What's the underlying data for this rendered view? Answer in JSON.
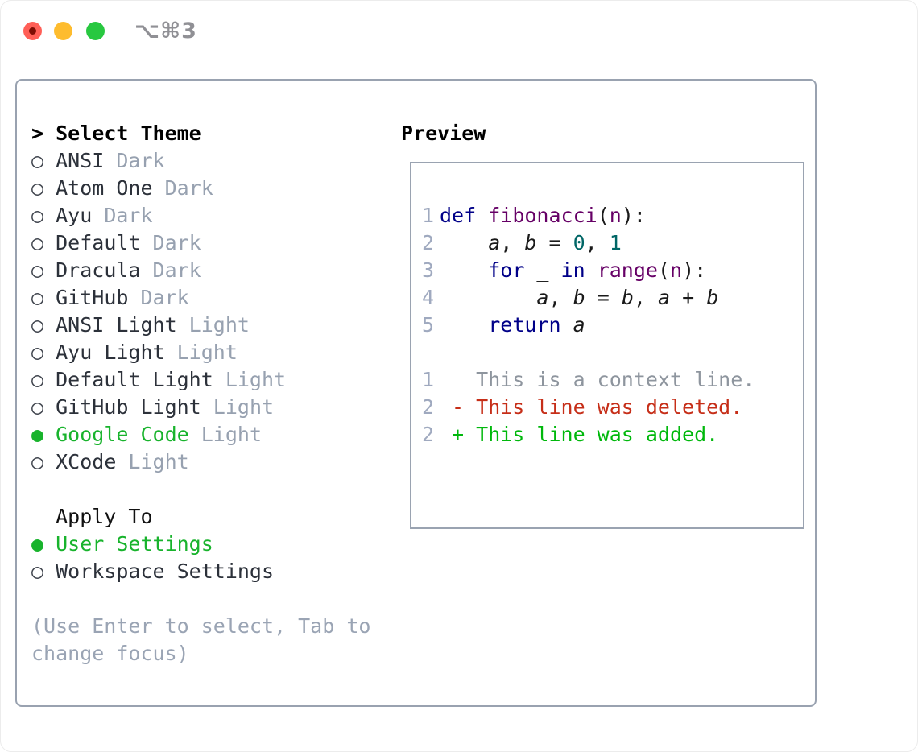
{
  "window": {
    "title": "⌥⌘3"
  },
  "colors": {
    "selection_green": "#18b32c",
    "diff_added_green": "#00b80c",
    "diff_deleted_red": "#c62e18",
    "syntax_keyword_blue": "#000088",
    "syntax_title_purple": "#660066",
    "syntax_number_teal": "#006666",
    "muted_gray": "#97a1b0",
    "line_number_gray": "#9fa9bf",
    "border_gray": "#99a2b0"
  },
  "theme_list": {
    "header_prefix": "> ",
    "header_label": "Select Theme",
    "radio_unselected": "○ ",
    "radio_selected": "● ",
    "items": [
      {
        "name": "ANSI",
        "variant": "Dark",
        "selected": false
      },
      {
        "name": "Atom One",
        "variant": "Dark",
        "selected": false
      },
      {
        "name": "Ayu",
        "variant": "Dark",
        "selected": false
      },
      {
        "name": "Default",
        "variant": "Dark",
        "selected": false
      },
      {
        "name": "Dracula",
        "variant": "Dark",
        "selected": false
      },
      {
        "name": "GitHub",
        "variant": "Dark",
        "selected": false
      },
      {
        "name": "ANSI Light",
        "variant": "Light",
        "selected": false
      },
      {
        "name": "Ayu Light",
        "variant": "Light",
        "selected": false
      },
      {
        "name": "Default Light",
        "variant": "Light",
        "selected": false
      },
      {
        "name": "GitHub Light",
        "variant": "Light",
        "selected": false
      },
      {
        "name": "Google Code",
        "variant": "Light",
        "selected": true
      },
      {
        "name": "XCode",
        "variant": "Light",
        "selected": false
      }
    ]
  },
  "apply_to": {
    "label": "Apply To",
    "options": [
      {
        "name": "User Settings",
        "selected": true
      },
      {
        "name": "Workspace Settings",
        "selected": false
      }
    ]
  },
  "help_lines": [
    "(Use Enter to select, Tab to",
    "change focus)"
  ],
  "preview": {
    "label": "Preview",
    "lines": [
      {
        "no": "1",
        "tokens": [
          [
            "def ",
            "kw"
          ],
          [
            "fibonacci",
            "fn"
          ],
          [
            "(",
            "pl"
          ],
          [
            "n",
            "fn"
          ],
          [
            "):",
            "pl"
          ]
        ]
      },
      {
        "no": "2",
        "tokens": [
          [
            "    ",
            "pl"
          ],
          [
            "a",
            "var"
          ],
          [
            ", ",
            "pl"
          ],
          [
            "b",
            "var"
          ],
          [
            " = ",
            "pl"
          ],
          [
            "0",
            "num"
          ],
          [
            ", ",
            "pl"
          ],
          [
            "1",
            "num"
          ]
        ]
      },
      {
        "no": "3",
        "tokens": [
          [
            "    ",
            "pl"
          ],
          [
            "for",
            "kw"
          ],
          [
            " _ ",
            "pl"
          ],
          [
            "in",
            "kw"
          ],
          [
            " ",
            "pl"
          ],
          [
            "range",
            "fn"
          ],
          [
            "(",
            "pl"
          ],
          [
            "n",
            "fn"
          ],
          [
            "):",
            "pl"
          ]
        ]
      },
      {
        "no": "4",
        "tokens": [
          [
            "        ",
            "pl"
          ],
          [
            "a",
            "var"
          ],
          [
            ", ",
            "pl"
          ],
          [
            "b",
            "var"
          ],
          [
            " = ",
            "pl"
          ],
          [
            "b",
            "var"
          ],
          [
            ", ",
            "pl"
          ],
          [
            "a",
            "var"
          ],
          [
            " + ",
            "pl"
          ],
          [
            "b",
            "var"
          ]
        ]
      },
      {
        "no": "5",
        "tokens": [
          [
            "    ",
            "pl"
          ],
          [
            "return",
            "kw"
          ],
          [
            " ",
            "pl"
          ],
          [
            "a",
            "var"
          ]
        ]
      },
      {
        "no": "",
        "tokens": []
      },
      {
        "no": "1",
        "tokens": [
          [
            "   This is a context line.",
            "ctx"
          ]
        ]
      },
      {
        "no": "2",
        "tokens": [
          [
            " - This line was deleted.",
            "del"
          ]
        ]
      },
      {
        "no": "2",
        "tokens": [
          [
            " + This line was added.",
            "add"
          ]
        ]
      }
    ]
  }
}
